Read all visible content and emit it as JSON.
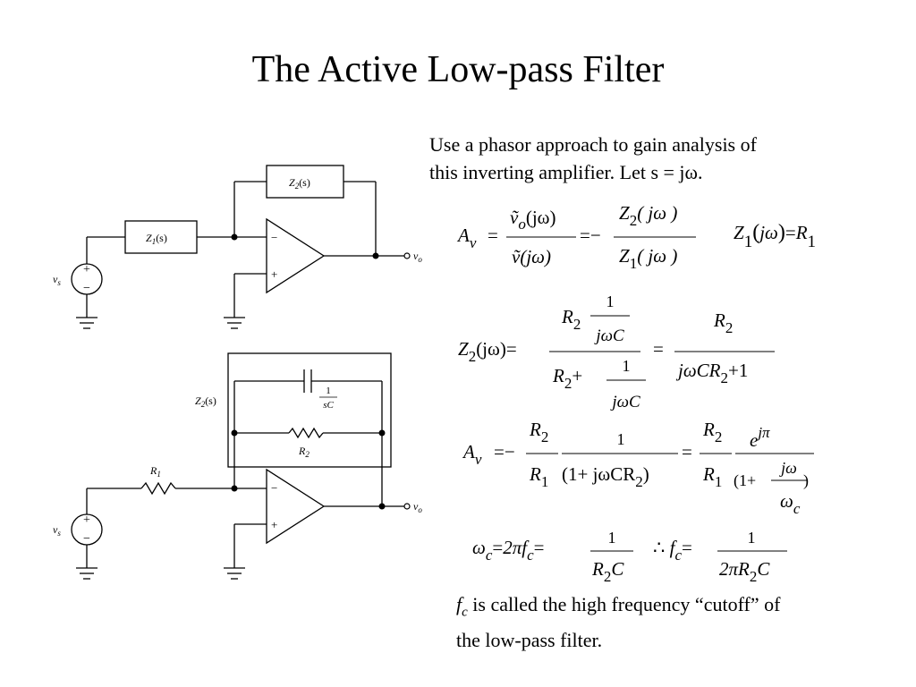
{
  "slide": {
    "title": "The Active Low-pass Filter",
    "intro_line1": "Use a phasor approach to gain analysis of",
    "intro_line2": "this inverting amplifier.  Let s = jω.",
    "footnote_fc_symbol": "f",
    "footnote_fc_sub": "c",
    "footnote_rest": " is called the high frequency “cutoff” of",
    "footnote_line2": "the low-pass filter."
  },
  "circuit_top": {
    "z1_label": "Z",
    "z1_sub": "1",
    "z1_arg": "(s)",
    "z2_label": "Z",
    "z2_sub": "2",
    "z2_arg": "(s)",
    "source_symbol": "v",
    "source_sub": "s",
    "output_symbol": "v",
    "output_sub": "o",
    "minus": "−",
    "plus": "+"
  },
  "circuit_bottom": {
    "z2_label": "Z",
    "z2_sub": "2",
    "z2_arg": "(s)",
    "r1_symbol": "R",
    "r1_sub": "1",
    "r2_symbol": "R",
    "r2_sub": "2",
    "cap_num": "1",
    "cap_den": "sC",
    "source_symbol": "v",
    "source_sub": "s",
    "output_symbol": "v",
    "output_sub": "o",
    "minus": "−",
    "plus": "+"
  },
  "equations": {
    "eq1": {
      "lhs": "A",
      "lhs_sub": "v",
      "eq": "=",
      "num_top": "ṽ",
      "num_sub": "o",
      "num_arg": "(jω)",
      "den_top": "ṽ(jω)",
      "minus": "=−",
      "frac2_num": "Z",
      "frac2_num_sub": "2",
      "frac2_num_arg": "( jω )",
      "frac2_den": "Z",
      "frac2_den_sub": "1",
      "frac2_den_arg": "( jω )"
    },
    "eq_z1": {
      "z": "Z",
      "z_sub": "1",
      "paren_open": "(",
      "arg": "jω",
      "paren_close": ")",
      "eq": "=",
      "r": "R",
      "r_sub": "1"
    },
    "eq2": {
      "lhs": "Z",
      "lhs_sub": "2",
      "lhs_arg": "(jω)=",
      "num_r": "R",
      "num_r_sub": "2",
      "one": "1",
      "jwc": "jωC",
      "den_r": "R",
      "den_r_sub": "2",
      "plus": "+",
      "eq": "=",
      "frac2_num": "R",
      "frac2_num_sub": "2",
      "frac2_den": "jωCR",
      "frac2_den_sub": "2",
      "frac2_den_tail": "+1"
    },
    "eq3": {
      "lhs": "A",
      "lhs_sub": "v",
      "eq_minus": "=−",
      "r2": "R",
      "r2_sub": "2",
      "r1": "R",
      "r1_sub": "1",
      "one": "1",
      "den": "(1+ jωCR",
      "den_sub": "2",
      "den_tail": ")",
      "eq": "=",
      "exp": "e",
      "exp_sup": "jπ",
      "den2_head": "(1+",
      "den2_frac_num": "jω",
      "den2_frac_den": "ω",
      "den2_frac_den_sub": "c",
      "den2_tail": ")"
    },
    "eq4": {
      "omega": "ω",
      "omega_sub": "c",
      "eq": "=",
      "two_pi_f": "2πf",
      "f_sub": "c",
      "eq2": "=",
      "one": "1",
      "rc": "R",
      "rc_sub": "2",
      "rc_tail": "C",
      "therefore": "∴",
      "f": "f",
      "f2_sub": "c",
      "eq3": "=",
      "one2": "1",
      "den": "2πR",
      "den_sub": "2",
      "den_tail": "C"
    }
  }
}
